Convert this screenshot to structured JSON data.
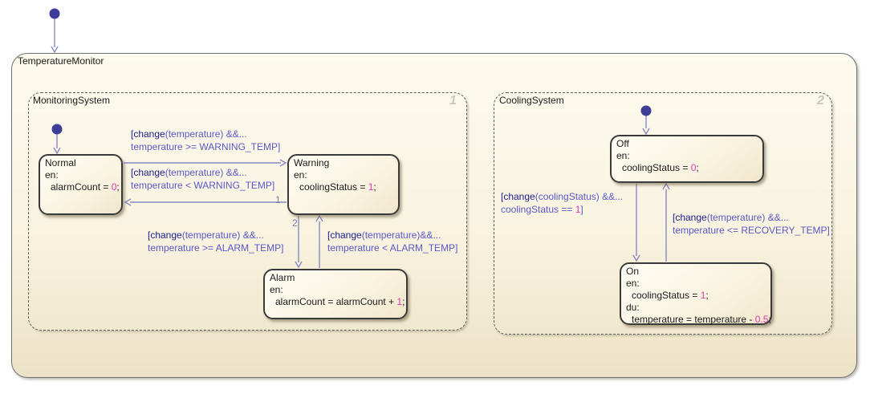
{
  "app": {
    "title": "TemperatureMonitor"
  },
  "colors": {
    "canvas_fill_top": "#fdfaee",
    "canvas_fill_bottom": "#ece2c6",
    "state_border": "#3a3a3a",
    "transition_line": "#8888c4",
    "initial_dot": "#3e3e99",
    "keyword_text": "#1c1c8f",
    "condition_text": "#5a58c6",
    "literal_text": "#e135b4",
    "region_order_text": "#c8c8bf"
  },
  "regions": {
    "monitoring": {
      "label": "MonitoringSystem",
      "order": "1"
    },
    "cooling": {
      "label": "CoolingSystem",
      "order": "2"
    }
  },
  "states": {
    "normal": {
      "name": "Normal",
      "en": "en:",
      "a1_pre": "alarmCount = ",
      "a1_num": "0",
      "a1_post": ";"
    },
    "warning": {
      "name": "Warning",
      "en": "en:",
      "a1_pre": "coolingStatus = ",
      "a1_num": "1",
      "a1_post": ";"
    },
    "alarm": {
      "name": "Alarm",
      "en": "en:",
      "a1_pre": "alarmCount = alarmCount + ",
      "a1_num": "1",
      "a1_post": ";"
    },
    "off": {
      "name": "Off",
      "en": "en:",
      "a1_pre": "coolingStatus = ",
      "a1_num": "0",
      "a1_post": ";"
    },
    "on": {
      "name": "On",
      "en": "en:",
      "a1_pre": "coolingStatus = ",
      "a1_num": "1",
      "a1_post": ";",
      "du": "du:",
      "a2_pre": "temperature = temperature - ",
      "a2_num": "0.5",
      "a2_post": ";"
    }
  },
  "transitions": {
    "normal_to_warning": {
      "l1_kw": "[change",
      "l1_rest": "(temperature) &&...",
      "l2": "temperature >= WARNING_TEMP]"
    },
    "warning_to_normal": {
      "l1_kw": "[change",
      "l1_rest": "(temperature) &&...",
      "l2": "temperature < WARNING_TEMP]",
      "order": "1"
    },
    "warning_to_alarm": {
      "l1_kw": "[change",
      "l1_rest": "(temperature) &&...",
      "l2": "temperature >= ALARM_TEMP]",
      "order": "2"
    },
    "alarm_to_warning": {
      "l1_kw": "[change",
      "l1_rest": "(temperature)&&...",
      "l2": "temperature < ALARM_TEMP]"
    },
    "off_to_on": {
      "l1_kw": "[change",
      "l1_rest": "(coolingStatus) &&...",
      "l2_pre": "coolingStatus == ",
      "l2_num": "1",
      "l2_post": "]"
    },
    "on_to_off": {
      "l1_kw": "[change",
      "l1_rest": "(temperature) &&...",
      "l2": "temperature <= RECOVERY_TEMP]"
    }
  }
}
